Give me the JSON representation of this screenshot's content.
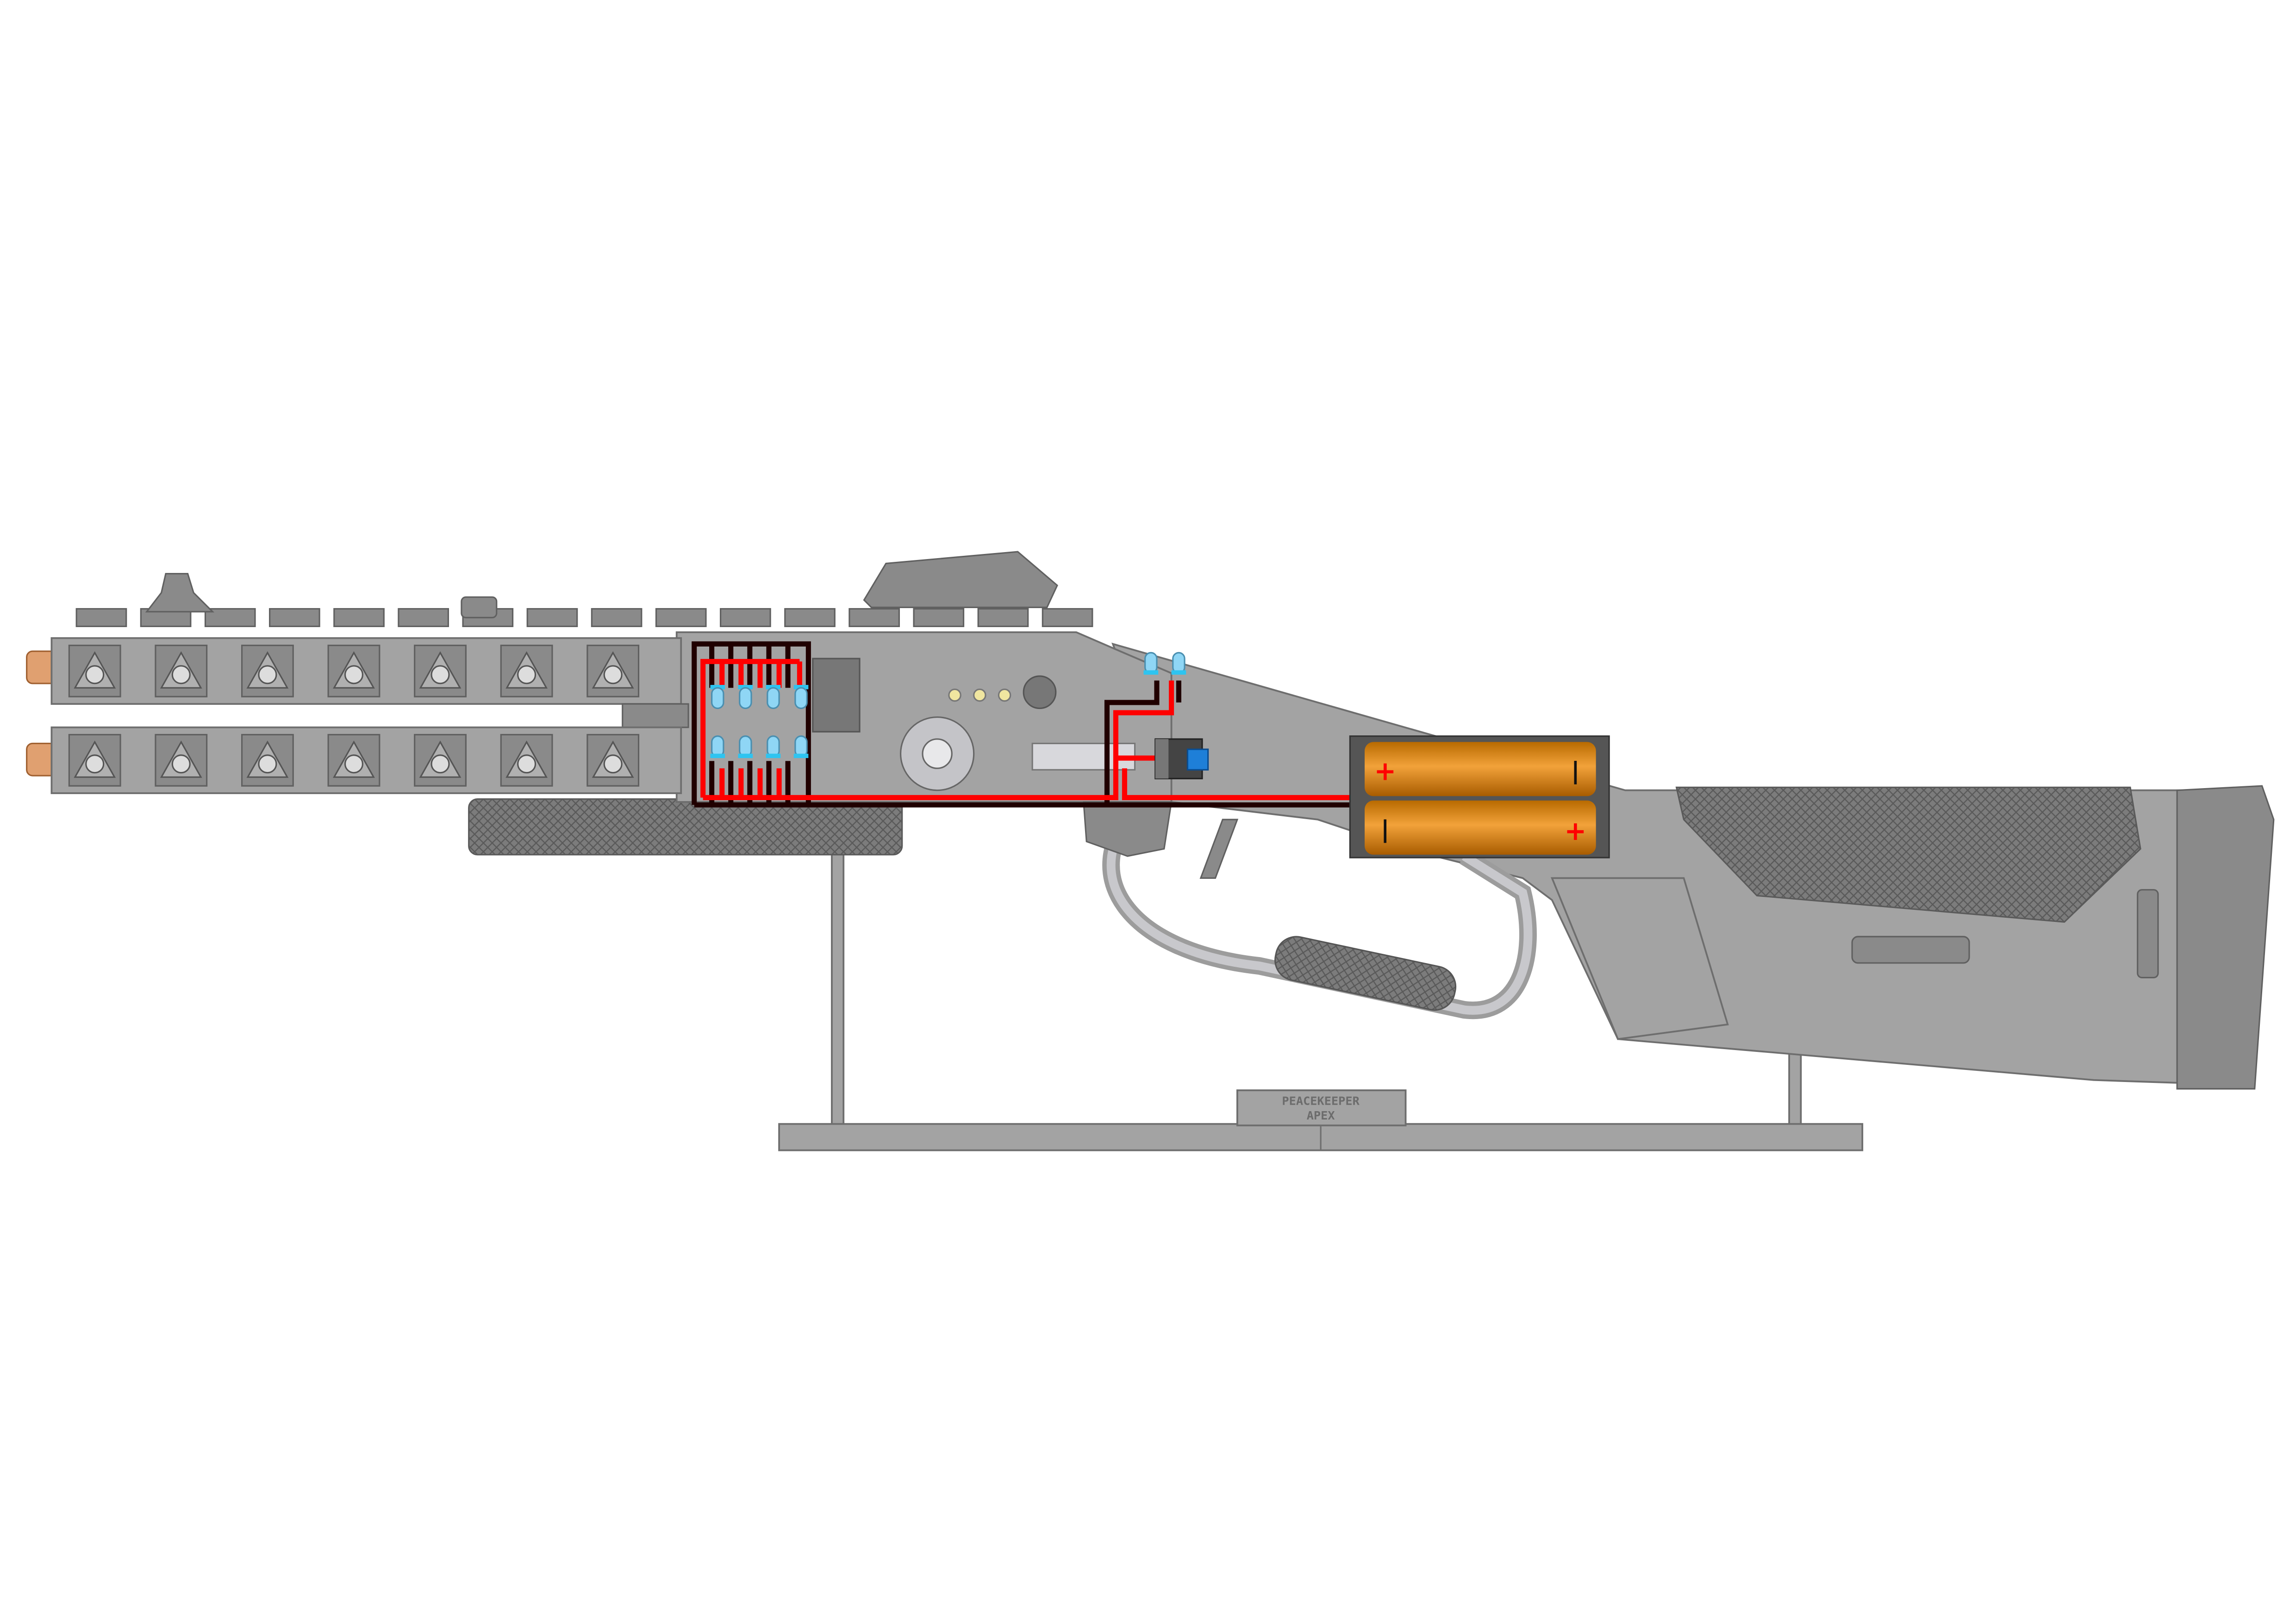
{
  "stand_label": {
    "line1": "PEACEKEEPER",
    "line2": "APEX"
  },
  "battery_pack": {
    "cell_count": 2,
    "top_cell": {
      "plus": "+",
      "minus": "|"
    },
    "bottom_cell": {
      "plus": "+",
      "minus": "|"
    }
  },
  "led_count": {
    "barrel_upper": 4,
    "barrel_lower": 4,
    "receiver": 2
  },
  "colors": {
    "positive_wire": "#ff0000",
    "negative_wire": "#200000",
    "battery": "#e08a10",
    "led": "#8fd6f5",
    "switch_button": "#1e7fd8",
    "body": "#a3a3a3",
    "muzzle": "#e0a070"
  }
}
